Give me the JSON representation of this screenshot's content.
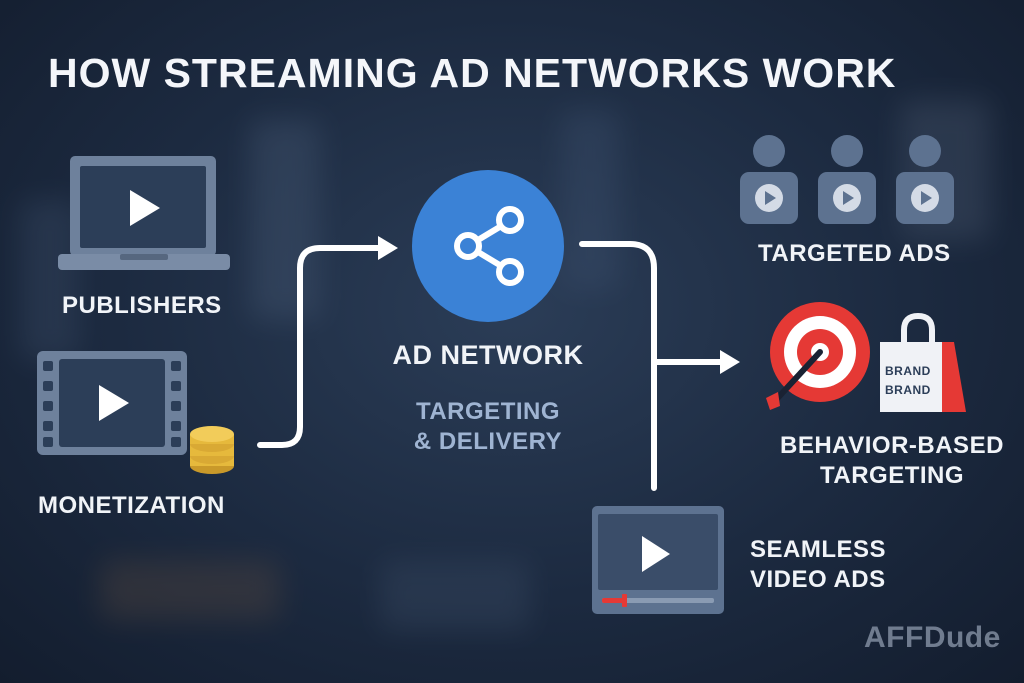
{
  "title": "HOW STREAMING AD NETWORKS WORK",
  "nodes": {
    "publishers": "PUBLISHERS",
    "monetization": "MONETIZATION",
    "ad_network": "AD NETWORK",
    "ad_network_sub_line1": "TARGETING",
    "ad_network_sub_line2": "& DELIVERY",
    "targeted_ads": "TARGETED ADS",
    "behavior_line1": "BEHAVIOR-BASED",
    "behavior_line2": "TARGETING",
    "seamless_line1": "SEAMLESS",
    "seamless_line2": "VIDEO ADS"
  },
  "bag_text": [
    "BRAND",
    "BRAND"
  ],
  "watermark": "AFFDude",
  "colors": {
    "accent_blue": "#3b82d6",
    "icon_slate": "#5d7290",
    "target_red": "#e53935",
    "coin_gold": "#e6b93c",
    "subtitle_blue": "#9fb4d2"
  }
}
